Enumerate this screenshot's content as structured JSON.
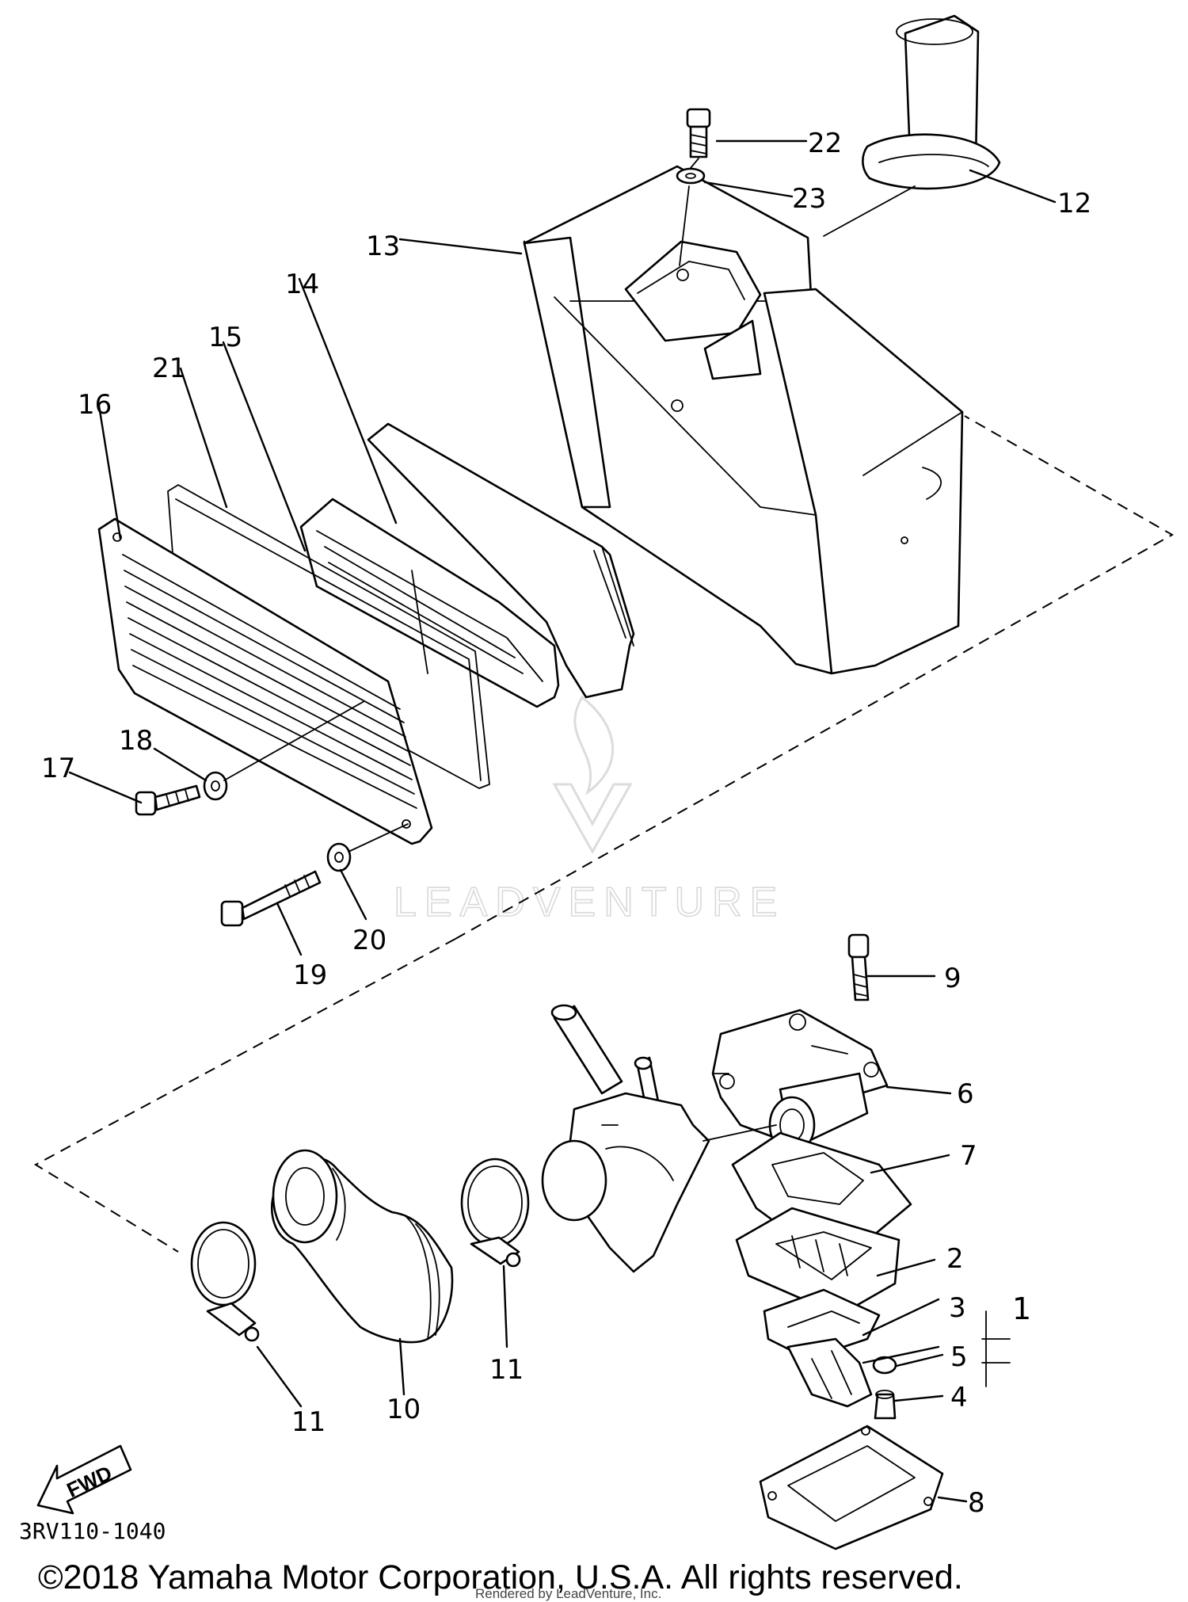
{
  "callouts": [
    {
      "label": "22"
    },
    {
      "label": "23"
    },
    {
      "label": "12"
    },
    {
      "label": "13"
    },
    {
      "label": "14"
    },
    {
      "label": "15"
    },
    {
      "label": "21"
    },
    {
      "label": "16"
    },
    {
      "label": "18"
    },
    {
      "label": "17"
    },
    {
      "label": "19"
    },
    {
      "label": "20"
    },
    {
      "label": "9"
    },
    {
      "label": "6"
    },
    {
      "label": "7"
    },
    {
      "label": "2"
    },
    {
      "label": "3"
    },
    {
      "label": "1"
    },
    {
      "label": "5"
    },
    {
      "label": "4"
    },
    {
      "label": "8"
    },
    {
      "label": "11"
    },
    {
      "label": "10"
    },
    {
      "label": "11"
    }
  ],
  "fwd_label": "FWD",
  "diagram_code": "3RV110-1040",
  "copyright": "©2018 Yamaha Motor Corporation, U.S.A. All rights reserved.",
  "stamp": "Rendered by LeadVenture, Inc.",
  "watermark": "LEADVENTURE"
}
